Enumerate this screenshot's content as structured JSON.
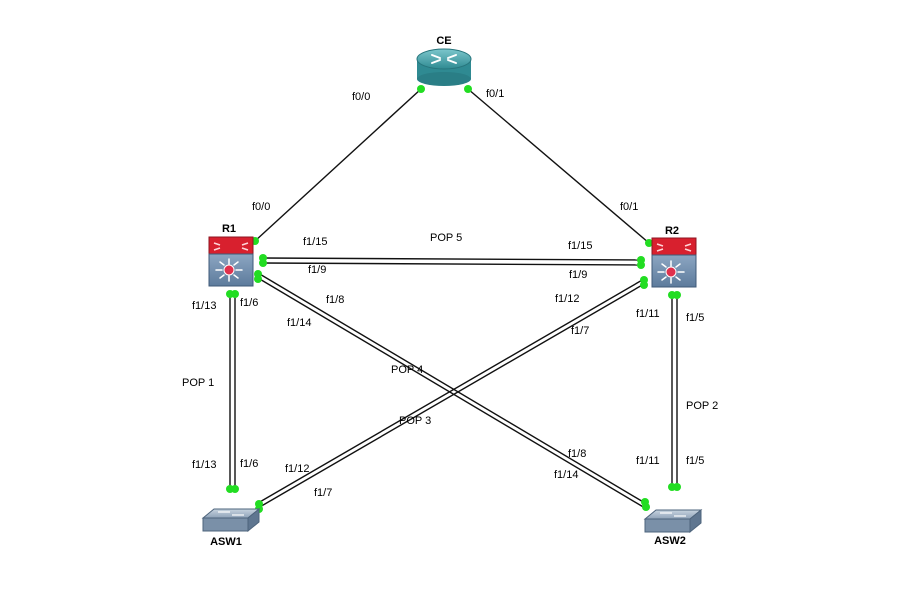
{
  "devices": {
    "ce": {
      "name": "CE",
      "kind": "router"
    },
    "r1": {
      "name": "R1",
      "kind": "multilayer-switch"
    },
    "r2": {
      "name": "R2",
      "kind": "multilayer-switch"
    },
    "asw1": {
      "name": "ASW1",
      "kind": "switch"
    },
    "asw2": {
      "name": "ASW2",
      "kind": "switch"
    }
  },
  "pops": {
    "pop1": "POP 1",
    "pop2": "POP 2",
    "pop3": "POP 3",
    "pop4": "POP 4",
    "pop5": "POP 5"
  },
  "interfaces": {
    "ce_r1": "f0/0",
    "ce_r2": "f0/1",
    "r1_ce": "f0/0",
    "r2_ce": "f0/1",
    "r1_r2_a": "f1/15",
    "r1_r2_b": "f1/9",
    "r2_r1_a": "f1/15",
    "r2_r1_b": "f1/9",
    "r1_asw1_a": "f1/13",
    "r1_asw1_b": "f1/6",
    "asw1_r1_a": "f1/13",
    "asw1_r1_b": "f1/6",
    "r1_asw2_a": "f1/8",
    "r1_asw2_b": "f1/14",
    "asw2_r1_a": "f1/8",
    "asw2_r1_b": "f1/14",
    "r2_asw1_a": "f1/12",
    "r2_asw1_b": "f1/7",
    "asw1_r2_a": "f1/12",
    "asw1_r2_b": "f1/7",
    "r2_asw2_a": "f1/11",
    "r2_asw2_b": "f1/5",
    "asw2_r2_a": "f1/11",
    "asw2_r2_b": "f1/5"
  },
  "colors": {
    "link": "#111111",
    "port_up": "#22dd22",
    "router_body": "#3e9aa0",
    "l3switch_top": "#d8202e",
    "l3switch_body": "#6f8fb0",
    "switch_body": "#8aa0b8"
  }
}
